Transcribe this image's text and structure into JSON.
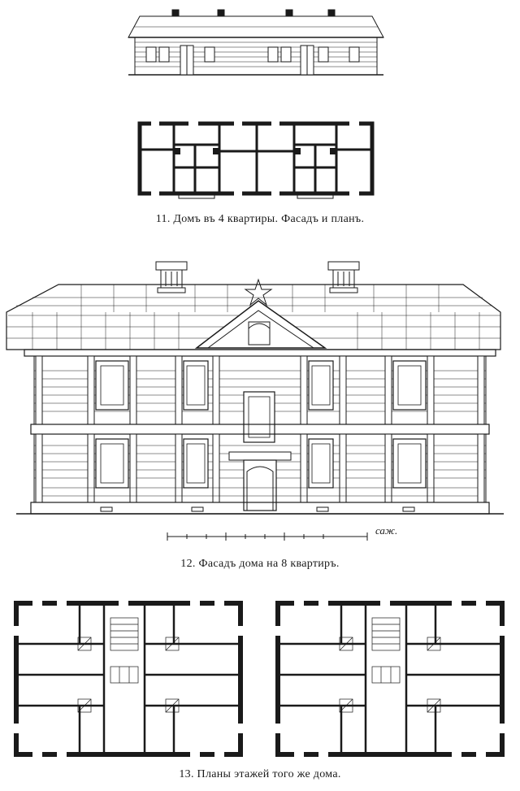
{
  "figure_11": {
    "caption": "11. Домъ въ 4 квартиры. Фасадъ и планъ."
  },
  "figure_12": {
    "caption": "12. Фасадъ дома на 8 квартиръ.",
    "scale_unit": "саж."
  },
  "figure_13": {
    "caption": "13. Планы этажей того же дома."
  },
  "colors": {
    "ink": "#1a1a1a",
    "paper": "#ffffff"
  }
}
